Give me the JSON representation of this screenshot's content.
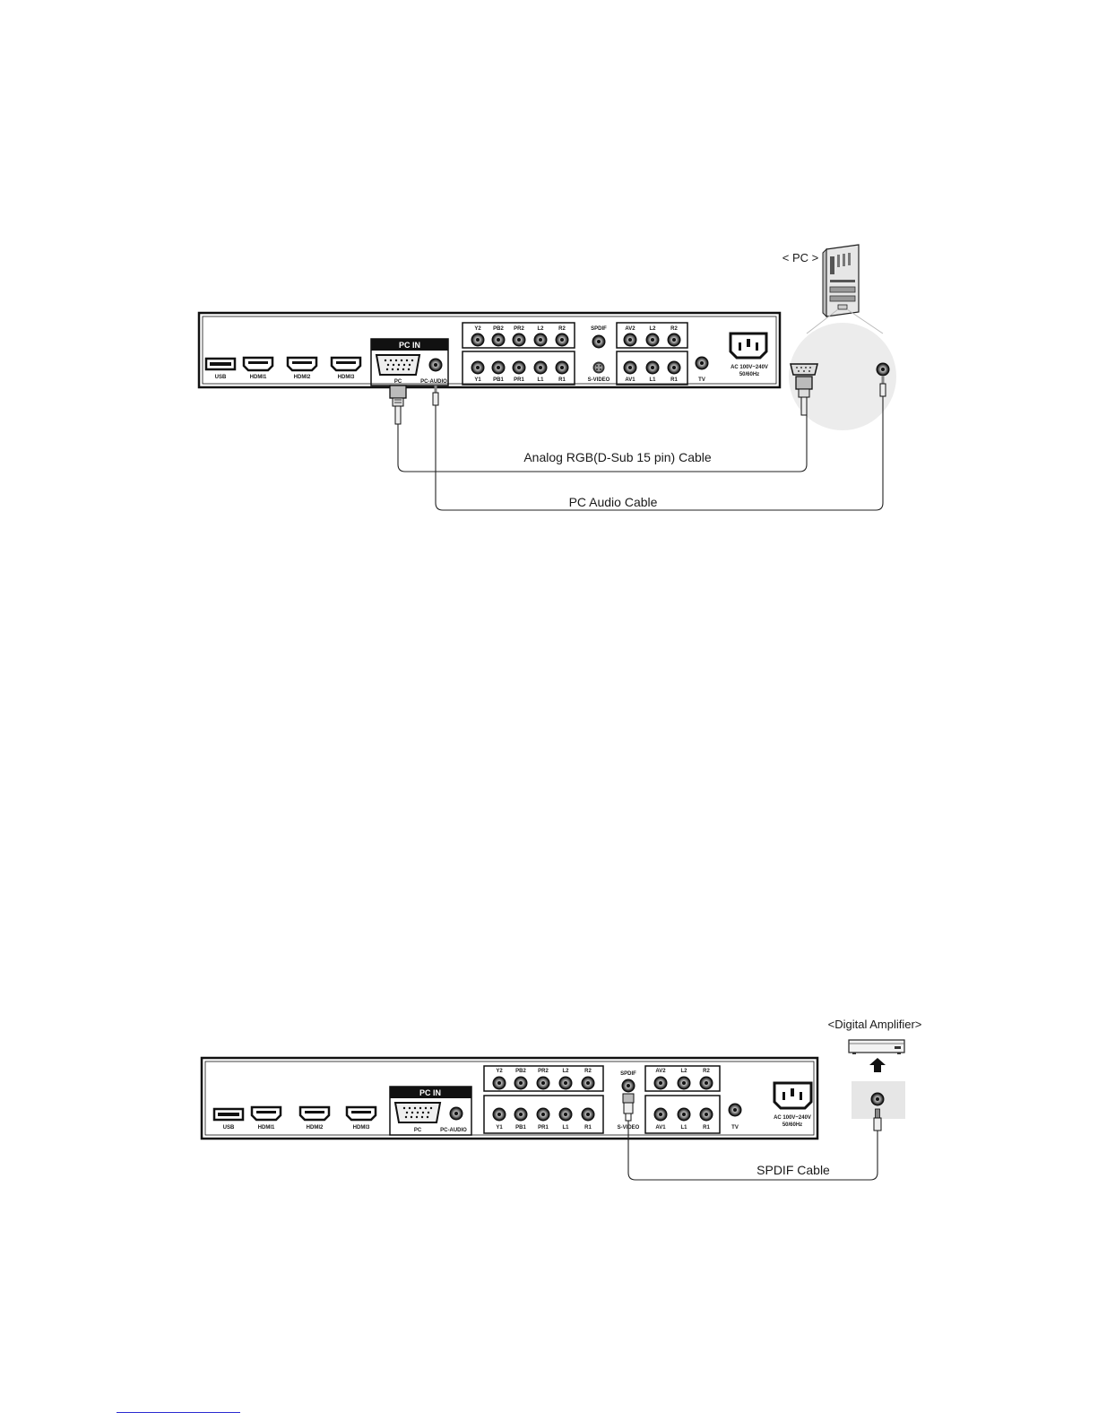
{
  "diagram1": {
    "pc_label": "< PC >",
    "pcin_label": "PC IN",
    "ports": {
      "usb": "USB",
      "hdmi1": "HDMI1",
      "hdmi2": "HDMI2",
      "hdmi3": "HDMI3",
      "pc": "PC",
      "pc_audio": "PC-AUDIO",
      "spdif": "SPDIF",
      "svideo": "S-VIDEO",
      "tv": "TV",
      "y2": "Y2",
      "pb2": "PB2",
      "pr2": "PR2",
      "l2": "L2",
      "r2": "R2",
      "y1": "Y1",
      "pb1": "PB1",
      "pr1": "PR1",
      "l1": "L1",
      "r1": "R1",
      "av2": "AV2",
      "av2_l": "L2",
      "av2_r": "R2",
      "av1": "AV1",
      "av1_l": "L1",
      "av1_r": "R1"
    },
    "power_line1": "AC 100V~240V",
    "power_line2": "50/60Hz",
    "cable_rgb": "Analog RGB(D-Sub 15 pin) Cable",
    "cable_audio": "PC Audio Cable"
  },
  "diagram2": {
    "amp_label": "<Digital Amplifier>",
    "pcin_label": "PC IN",
    "ports": {
      "usb": "USB",
      "hdmi1": "HDMI1",
      "hdmi2": "HDMI2",
      "hdmi3": "HDMI3",
      "pc": "PC",
      "pc_audio": "PC-AUDIO",
      "spdif": "SPDIF",
      "svideo": "S-VIDEO",
      "tv": "TV",
      "y2": "Y2",
      "pb2": "PB2",
      "pr2": "PR2",
      "l2": "L2",
      "r2": "R2",
      "y1": "Y1",
      "pb1": "PB1",
      "pr1": "PR1",
      "l1": "L1",
      "r1": "R1",
      "av2": "AV2",
      "av2_l": "L2",
      "av2_r": "R2",
      "av1": "AV1",
      "av1_l": "L1",
      "av1_r": "R1"
    },
    "power_line1": "AC 100V~240V",
    "power_line2": "50/60Hz",
    "cable_spdif": "SPDIF Cable"
  }
}
